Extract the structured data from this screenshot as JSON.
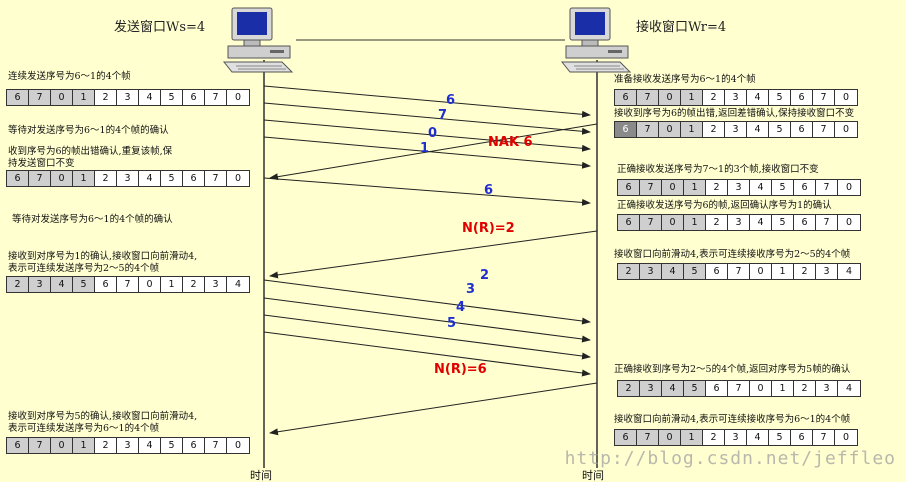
{
  "sender": {
    "title": "发送窗口Ws=4",
    "timeline_label": "时间",
    "notes": [
      "连续发送序号为6～1的4个帧",
      "等待对发送序号为6～1的4个帧的确认",
      "收到序号为6的帧出错确认,重复该帧,保\n持发送窗口不变",
      "等待对发送序号为6～1的4个帧的确认",
      "接收到对序号为1的确认,接收窗口向前滑动4,\n表示可连续发送序号为2～5的4个帧",
      "接收到对序号为5的确认,接收窗口向前滑动4,\n表示可连续发送序号为6～1的4个帧"
    ],
    "rows": [
      {
        "cells": [
          "6",
          "7",
          "0",
          "1",
          "2",
          "3",
          "4",
          "5",
          "6",
          "7",
          "0"
        ],
        "shaded": [
          0,
          1,
          2,
          3
        ]
      },
      {
        "cells": [
          "6",
          "7",
          "0",
          "1",
          "2",
          "3",
          "4",
          "5",
          "6",
          "7",
          "0"
        ],
        "shaded": [
          0,
          1,
          2,
          3
        ]
      },
      {
        "cells": [
          "2",
          "3",
          "4",
          "5",
          "6",
          "7",
          "0",
          "1",
          "2",
          "3",
          "4"
        ],
        "shaded": [
          0,
          1,
          2,
          3
        ]
      },
      {
        "cells": [
          "6",
          "7",
          "0",
          "1",
          "2",
          "3",
          "4",
          "5",
          "6",
          "7",
          "0"
        ],
        "shaded": [
          0,
          1,
          2,
          3
        ]
      }
    ]
  },
  "receiver": {
    "title": "接收窗口Wr=4",
    "timeline_label": "时间",
    "notes": [
      "准备接收发送序号为6～1的4个帧",
      "接收到序号为6的帧出错,返回差错确认,保持接收窗口不变",
      "正确接收发送序号为7～1的3个帧,接收窗口不变",
      "正确接收发送序号为6的帧,返回确认序号为1的确认",
      "接收窗口向前滑动4,表示可连续接收序号为2～5的4个帧",
      "正确接收到序号为2～5的4个帧,返回对序号为5帧的确认",
      "接收窗口向前滑动4,表示可连续接收序号为6～1的4个帧"
    ],
    "rows": [
      {
        "cells": [
          "6",
          "7",
          "0",
          "1",
          "2",
          "3",
          "4",
          "5",
          "6",
          "7",
          "0"
        ],
        "shaded": [
          0,
          1,
          2,
          3
        ]
      },
      {
        "cells": [
          "6",
          "7",
          "0",
          "1",
          "2",
          "3",
          "4",
          "5",
          "6",
          "7",
          "0"
        ],
        "shaded": [
          1,
          2,
          3
        ],
        "dark": [
          0
        ]
      },
      {
        "cells": [
          "6",
          "7",
          "0",
          "1",
          "2",
          "3",
          "4",
          "5",
          "6",
          "7",
          "0"
        ],
        "shaded": [
          0,
          1,
          2,
          3
        ]
      },
      {
        "cells": [
          "6",
          "7",
          "0",
          "1",
          "2",
          "3",
          "4",
          "5",
          "6",
          "7",
          "0"
        ],
        "shaded": [
          0,
          1,
          2,
          3
        ]
      },
      {
        "cells": [
          "2",
          "3",
          "4",
          "5",
          "6",
          "7",
          "0",
          "1",
          "2",
          "3",
          "4"
        ],
        "shaded": [
          0,
          1,
          2,
          3
        ]
      },
      {
        "cells": [
          "2",
          "3",
          "4",
          "5",
          "6",
          "7",
          "0",
          "1",
          "2",
          "3",
          "4"
        ],
        "shaded": [
          0,
          1,
          2,
          3
        ]
      },
      {
        "cells": [
          "6",
          "7",
          "0",
          "1",
          "2",
          "3",
          "4",
          "5",
          "6",
          "7",
          "0"
        ],
        "shaded": [
          0,
          1,
          2,
          3
        ]
      }
    ]
  },
  "frame_labels": [
    "6",
    "7",
    "0",
    "1",
    "6",
    "2",
    "3",
    "4",
    "5"
  ],
  "ack_labels": [
    "NAK 6",
    "N(R)=2",
    "N(R)=6"
  ],
  "watermark": "http://blog.csdn.net/jeffleo",
  "colors": {
    "background": "#ffffd0",
    "frame_label": "#1f2fd0",
    "ack_label": "#e00000",
    "window_shade": "#cfcfcf",
    "error_frame": "#8a8a8a"
  },
  "icons": [
    "computer-icon",
    "computer-icon"
  ]
}
